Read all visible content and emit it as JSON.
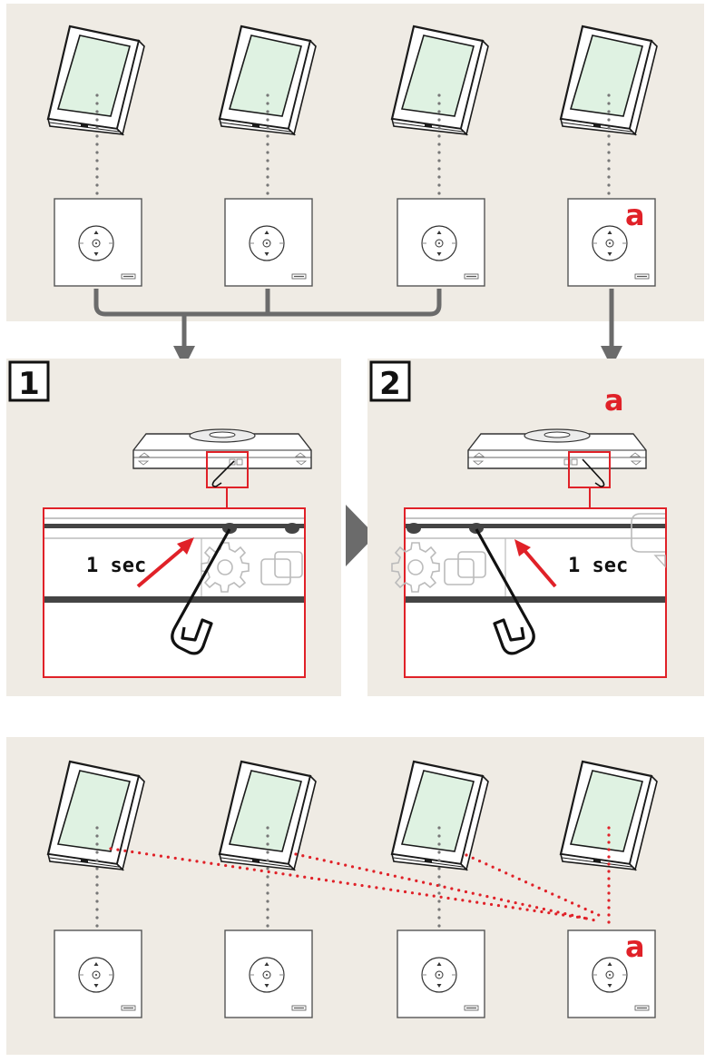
{
  "colors": {
    "panel_bg": "#efebe4",
    "accent_red": "#e02128",
    "arrow_gray": "#6b6b6b",
    "window_glass": "#dff2e2",
    "frame_dark": "#1a1a1a"
  },
  "top_panel": {
    "windows": [
      "roof-window",
      "roof-window",
      "roof-window",
      "roof-window"
    ],
    "keypads": [
      {
        "marker": ""
      },
      {
        "marker": ""
      },
      {
        "marker": ""
      },
      {
        "marker": "a"
      }
    ]
  },
  "steps": [
    {
      "number": "1",
      "duration": "1 sec",
      "marker": ""
    },
    {
      "number": "2",
      "duration": "1 sec",
      "marker": "a"
    }
  ],
  "bottom_panel": {
    "keypad_marker": "a"
  }
}
